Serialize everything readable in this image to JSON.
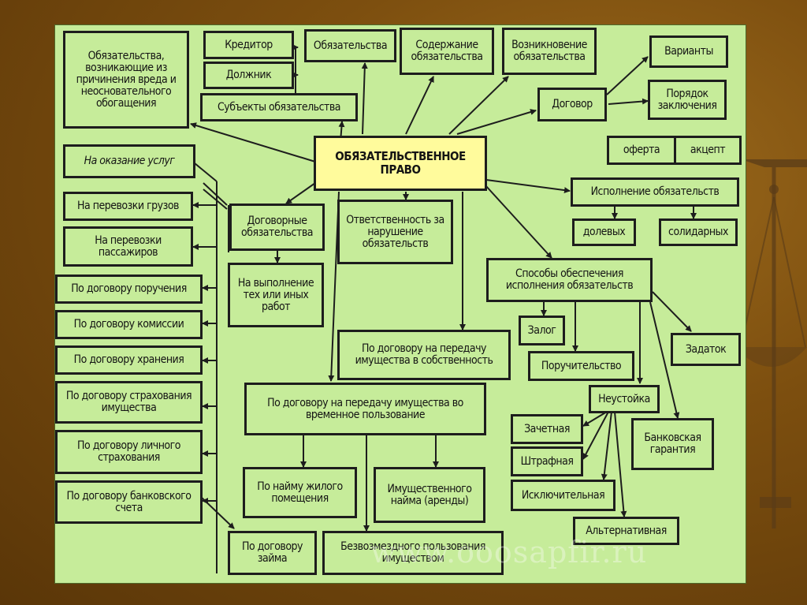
{
  "center": "ОБЯЗАТЕЛЬСТВЕННОЕ ПРАВО",
  "nodes": {
    "harm": "Обязательства, возникающие из причинения вреда и неосновательного обогащения",
    "creditor": "Кредитор",
    "debtor": "Должник",
    "subjects": "Субъекты обязательства",
    "obligation": "Обязательства",
    "content": "Содержание обязательства",
    "emergence": "Возникновение обязательства",
    "variants": "Варианты",
    "contract": "Договор",
    "order": "Порядок заключения",
    "offer": "оферта",
    "accept": "акцепт",
    "performance": "Исполнение обязательств",
    "shared": "долевых",
    "solidary": "солидарных",
    "services": "На оказание услуг",
    "cargo": "На перевозки грузов",
    "passengers": "На перевозки пассажиров",
    "commission_agency": "По договору поручения",
    "commission": "По договору комиссии",
    "storage": "По договору хранения",
    "property_insurance": "По договору страхования имущества",
    "personal_insurance": "По договору личного страхования",
    "bank_account": "По договору банковского счета",
    "loan": "По договору займа",
    "contractual": "Договорные обязательства",
    "works": "На выполнение тех или иных работ",
    "liability": "Ответственность за нарушение обязательств",
    "ownership_transfer": "По договору на передачу имущества в собственность",
    "temporary_use": "По договору на передачу имущества во временное пользование",
    "housing": "По найму жилого помещения",
    "lease": "Имущественного найма (аренды)",
    "free_use": "Безвозмездного пользования имуществом",
    "security": "Способы обеспечения исполнения обязательств",
    "pledge": "Залог",
    "deposit": "Задаток",
    "surety": "Поручительство",
    "penalty": "Неустойка",
    "offset": "Зачетная",
    "fine": "Штрафная",
    "exclusive": "Исключительная",
    "alternative": "Альтернативная",
    "bank_guarantee": "Банковская гарантия"
  },
  "watermark": "www.ooosapfir.ru",
  "colors": {
    "background": "#7d4f0f",
    "panel": "#c6ec9a",
    "center_fill": "#fffb9c",
    "border": "#1d1d1d"
  }
}
